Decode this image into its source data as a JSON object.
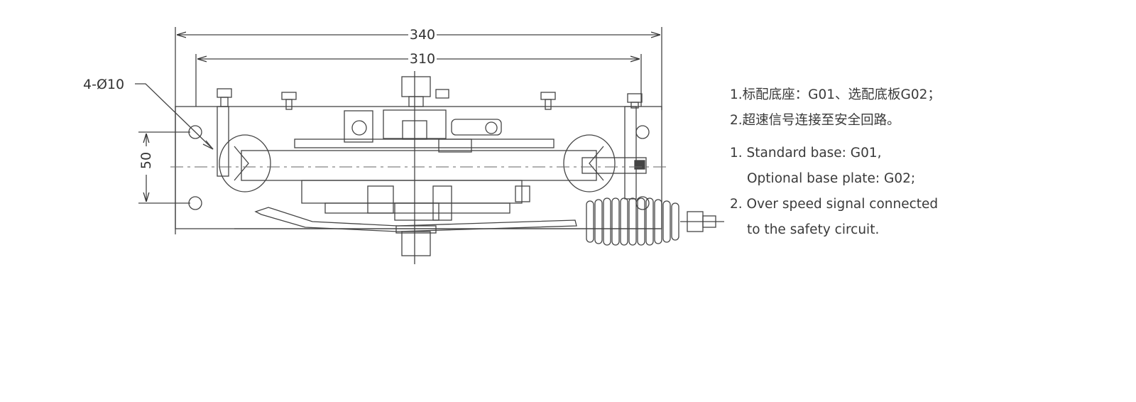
{
  "dimensions": {
    "overall_width": "340",
    "hole_spacing": "310",
    "holes": "4-Ø10",
    "vertical": "50"
  },
  "notes_cn": [
    "1.标配底座：G01、选配底板G02；",
    "2.超速信号连接至安全回路。"
  ],
  "notes_en": [
    "1. Standard base: G01,",
    "Optional base plate: G02;",
    "2. Over speed signal connected",
    "to the safety circuit."
  ]
}
